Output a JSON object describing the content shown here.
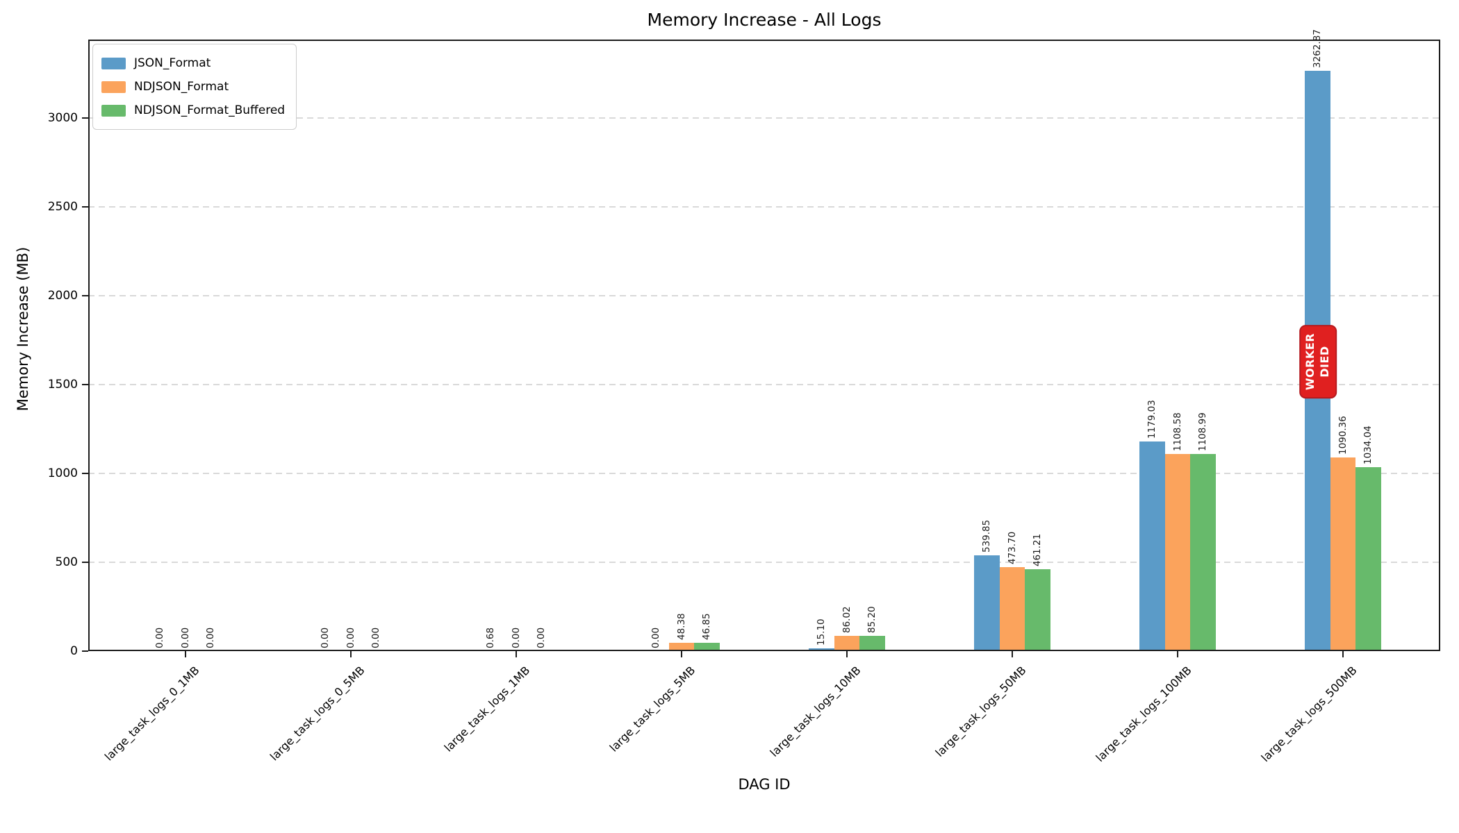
{
  "chart_data": {
    "type": "bar",
    "title": "Memory Increase - All Logs",
    "xlabel": "DAG ID",
    "ylabel": "Memory Increase (MB)",
    "categories": [
      "large_task_logs_0_1MB",
      "large_task_logs_0_5MB",
      "large_task_logs_1MB",
      "large_task_logs_5MB",
      "large_task_logs_10MB",
      "large_task_logs_50MB",
      "large_task_logs_100MB",
      "large_task_logs_500MB"
    ],
    "series": [
      {
        "name": "JSON_Format",
        "color": "#5b9bc8",
        "values": [
          0.0,
          0.0,
          0.68,
          0.0,
          15.1,
          539.85,
          1179.03,
          3262.87
        ]
      },
      {
        "name": "NDJSON_Format",
        "color": "#fba35c",
        "values": [
          0.0,
          0.0,
          0.0,
          48.38,
          86.02,
          473.7,
          1108.58,
          1090.36
        ]
      },
      {
        "name": "NDJSON_Format_Buffered",
        "color": "#67ba6b",
        "values": [
          0.0,
          0.0,
          0.0,
          46.85,
          85.2,
          461.21,
          1108.99,
          1034.04
        ]
      }
    ],
    "bar_label_format": "2-decimals",
    "yticks": [
      0,
      500,
      1000,
      1500,
      2000,
      2500,
      3000
    ],
    "ylim": [
      0,
      3440
    ],
    "grid": "y-dashed",
    "legend_position": "upper-left",
    "annotation": {
      "text_lines": [
        "WORKER",
        "DIED"
      ],
      "text": "WORKER DIED",
      "series": "JSON_Format",
      "category": "large_task_logs_500MB",
      "center_value_mb": 1630,
      "background_color": "#e02020",
      "border_color": "#b51a1f",
      "text_color": "#ffffff"
    }
  }
}
